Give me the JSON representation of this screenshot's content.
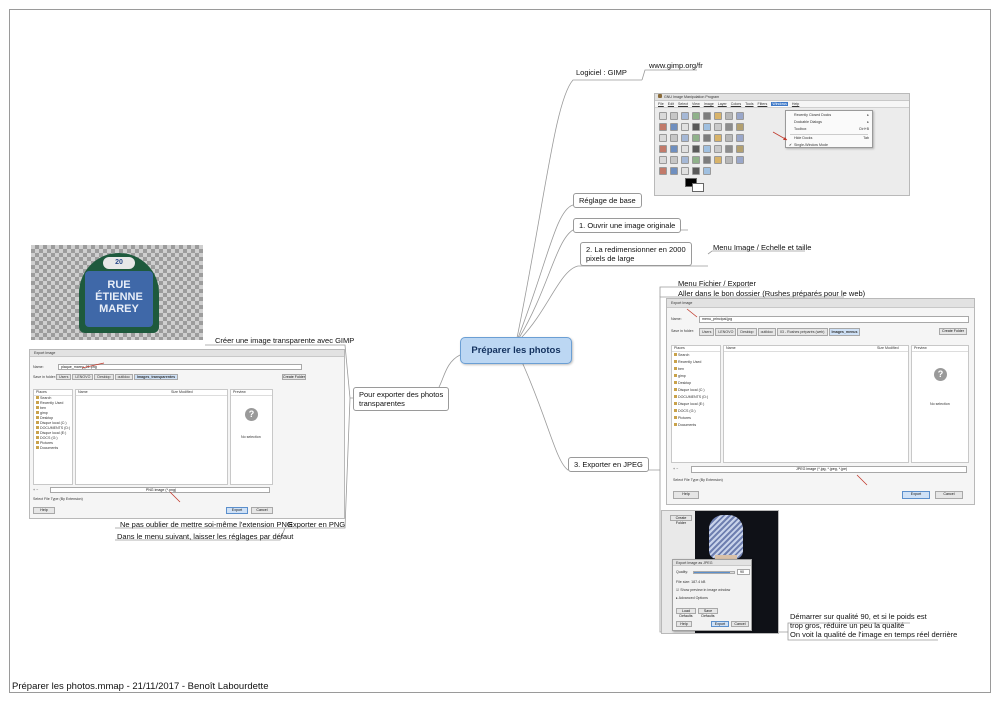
{
  "central": "Préparer les photos",
  "branches": {
    "logiciel": "Logiciel : GIMP",
    "gimp_url": "www.gimp.org/fr",
    "reglage": "Réglage de base",
    "step1": "1. Ouvrir une image originale",
    "step2": "2. La redimensionner en 2000\npixels de large",
    "step2_note": "Menu Image / Echelle et taille",
    "step3": "3. Exporter en JPEG",
    "step3_menu": "Menu Fichier / Exporter",
    "step3_folder": "Aller dans le bon dossier (Rushes préparés pour le web)",
    "quality_note": "Démarrer sur qualité 90, et si le poids est\ntrop gros, réduire un peu la qualité",
    "quality_realtime": "On voit la qualité de l'image en temps réel derrière",
    "transparent": "Pour exporter des photos\ntransparentes",
    "transparent_create": "Créer une image transparente avec GIMP",
    "export_png": "Exporter en PNG",
    "png_ext": "Ne pas oublier de mettre soi-même l'extension PNG",
    "png_defaults": "Dans le menu suivant, laisser les réglages par défaut"
  },
  "footer": "Préparer les photos.mmap - 21/11/2017 - Benoît Labourdette",
  "gimp_window": {
    "title": "GNU Image Manipulation Program",
    "menubar": [
      "File",
      "Edit",
      "Select",
      "View",
      "Image",
      "Layer",
      "Colors",
      "Tools",
      "Filters",
      "Windows",
      "Help"
    ],
    "dropdown": [
      {
        "label": "Recently Closed Docks",
        "shortcut": "▸"
      },
      {
        "label": "Dockable Dialogs",
        "shortcut": "▸"
      },
      {
        "label": "Toolbox",
        "shortcut": "Ctrl+B"
      },
      {
        "label": "Hide Docks",
        "shortcut": "Tab"
      },
      {
        "label": "Single-Window Mode",
        "shortcut": ""
      }
    ]
  },
  "sign_image": {
    "plate_text": "RUE\nÉTIENNE\nMAREY",
    "plate_number": "20"
  },
  "png_dialog": {
    "title": "Export Image",
    "name_label": "Name:",
    "name_value": "plaque_marey_01.png",
    "save_in_label": "Save in folder:",
    "crumbs": [
      "Users",
      "LENOVO",
      "Desktop",
      "outildoc",
      "Images_transparentes"
    ],
    "create_folder": "Create Folder",
    "places_header": "Places",
    "name_col": "Name",
    "size_col": "Size Modified",
    "preview_header": "Preview",
    "no_selection": "No selection",
    "places": [
      "Search",
      "Recently Used",
      "ben",
      "gimp",
      "Desktop",
      "Disque local (C:)",
      "DOCUMENTS (D:)",
      "Disque local (E:)",
      "DOCS (G:)",
      "Pictures",
      "Documents"
    ],
    "filetype": "PNG image (*.png)",
    "select_type": "Select File Type (By Extension)",
    "help": "Help",
    "export": "Export",
    "cancel": "Cancel"
  },
  "jpeg_dialog": {
    "title": "Export Image",
    "name_label": "Name:",
    "name_value": "menu_principal.jpg",
    "save_in_label": "Save in folder:",
    "crumbs": [
      "Users",
      "LENOVO",
      "Desktop",
      "outildoc",
      "03 - Rushes préparés (web)",
      "Images_menus"
    ],
    "create_folder": "Create Folder",
    "places_header": "Places",
    "name_col": "Name",
    "size_col": "Size Modified",
    "preview_header": "Preview",
    "no_selection": "No selection",
    "places": [
      "Search",
      "Recently Used",
      "ben",
      "gimp",
      "Desktop",
      "Disque local (C:)",
      "DOCUMENTS (D:)",
      "Disque local (E:)",
      "DOCS (G:)",
      "Pictures",
      "Documents"
    ],
    "filetype": "JPEG image (*.jpg, *.jpeg, *.jpe)",
    "select_type": "Select File Type (By Extension)",
    "help": "Help",
    "export": "Export",
    "cancel": "Cancel"
  },
  "quality_dialog": {
    "title": "Export Image as JPEG",
    "quality_label": "Quality:",
    "quality_value": "90",
    "file_size": "File size: 187.4 kB",
    "preview_check": "Show preview in image window",
    "advanced": "Advanced Options",
    "load_defaults": "Load Defaults",
    "save_defaults": "Save Defaults",
    "help": "Help",
    "export": "Export",
    "cancel": "Cancel",
    "behind_button": "Create Folder"
  },
  "colors": {
    "central_fill": "#bcd7f3",
    "central_border": "#6b9fd4",
    "connector": "#9a9a9a",
    "annotation_arrow": "#c0392b"
  }
}
